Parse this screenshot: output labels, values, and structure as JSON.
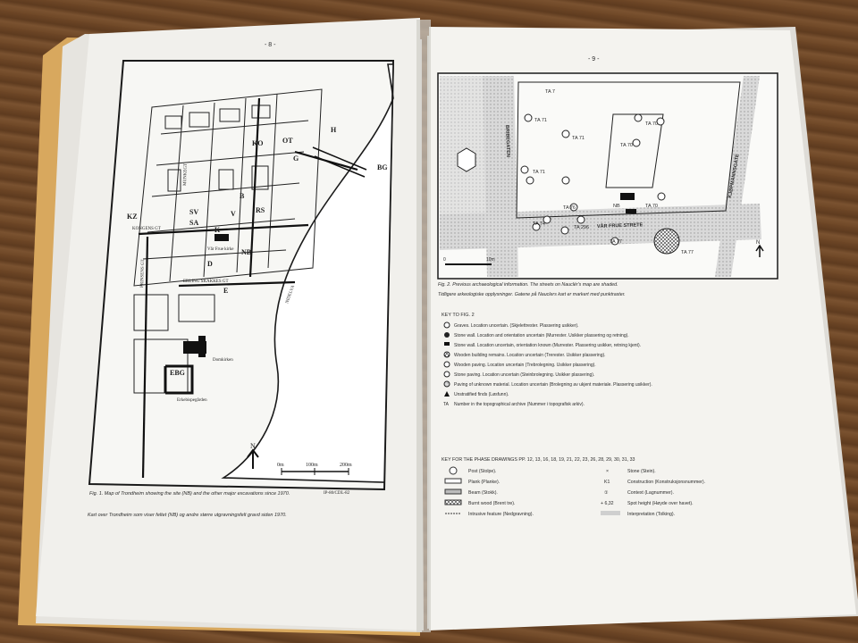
{
  "left_page": {
    "page_number": "- 8 -",
    "map_labels": {
      "north": "N",
      "scale_0": "0m",
      "scale_100": "100m",
      "scale_200": "200m",
      "drawing_code": "IP-80/CDL-82",
      "site_codes": [
        "H",
        "BG",
        "KO",
        "OT",
        "G",
        "B",
        "SV",
        "SA",
        "V",
        "RS",
        "K",
        "NB",
        "KZ",
        "D",
        "E",
        "EBG"
      ],
      "streets": [
        "KONGENS GT",
        "PRINSENS GT",
        "ERLING SKAKKES GT",
        "MUNKEGT",
        "NIDELVA"
      ],
      "buildings": [
        "Vår Frue kirke",
        "Domkirken",
        "Erkebispegården"
      ]
    },
    "caption_en": "Fig. 1. Map of Trondheim showing the site (NB) and the other major excavations since 1970.",
    "caption_no": "Kart over Trondheim som viser feltet (NB) og andre større utgravningsfelt gravd siden 1970."
  },
  "right_page": {
    "page_number": "- 9 -",
    "plan_labels": {
      "streets": [
        "BRIBEGATEN",
        "VÅR FRUE STRETE",
        "KJØPMANNSGATE"
      ],
      "ta_labels": [
        "TA 7",
        "TA 71",
        "TA 71",
        "TA 71",
        "TA 70",
        "TA 70",
        "TA 70",
        "TA 76",
        "TA 74",
        "TA 296",
        "TA 77",
        "TA 77",
        "NB"
      ],
      "scale_0": "0",
      "scale_10": "10m",
      "north": "N"
    },
    "caption_en": "Fig. 2. Previous archaeological information. The streets on Nauclér's map are shaded.",
    "caption_no": "Tidligere arkeologiske opplysninger. Gatene på Nauclers kart er markert med punktraster.",
    "key_fig2_title": "KEY TO FIG. 2",
    "key_fig2": [
      "Graves. Location uncertain. (Skjelettrester. Plassering usikker).",
      "Stone wall. Location and orientation uncertain (Murrester. Usikker plassering og retning).",
      "Stone wall. Location uncertain, orientation known (Murrester. Plassering usikker, retning kjent).",
      "Wooden building remains. Location uncertain (Trerester. Usikker plassering).",
      "Wooden paving. Location uncertain (Trebrolegning. Usikker plassering).",
      "Stone paving. Location uncertain (Steinbrolegning. Usikker plassering).",
      "Paving of unknown material. Location uncertain (Brolegning av ukjent materiale. Plassering usikker).",
      "Unstratified finds (Løsfunn).",
      "Number in the topographical archive (Nummer i topografisk arkiv)."
    ],
    "key_fig2_ta": "TA",
    "key_phase_title": "KEY FOR THE PHASE DRAWINGS PP. 12, 13, 16, 18, 19, 21, 22, 23, 26, 28, 29, 30, 31, 33",
    "key_phase_left": [
      "Post (Stolpe).",
      "Plank (Planke).",
      "Beam (Stokk).",
      "Burnt wood (Brent tre).",
      "Intrusive feature (Nedgravning)."
    ],
    "key_phase_right": [
      "Stone (Stein).",
      "Construction (Konstruksjonsnummer).",
      "Context (Lagnummer).",
      "Spot height (Høyde over havet).",
      "Interpretation (Tolking)."
    ],
    "key_phase_right_symbols": [
      "×",
      "K1",
      "①",
      "+ 6,32",
      ""
    ]
  }
}
